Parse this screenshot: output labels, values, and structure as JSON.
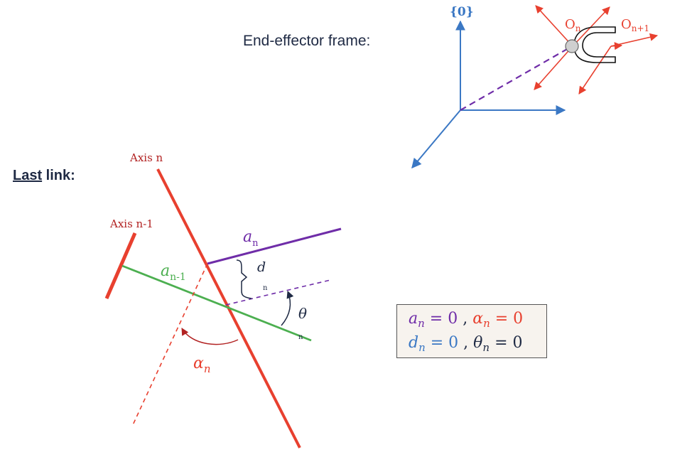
{
  "titles": {
    "end_effector": "End-effector frame:",
    "last_link_a": "Last",
    "last_link_b": " link:"
  },
  "frame0": {
    "label": "{0}"
  },
  "end_effector": {
    "on": "O",
    "on_sub": "n",
    "on1": "O",
    "on1_sub": "n+1"
  },
  "axes": {
    "axis_n": "Axis n",
    "axis_n1": "Axis n-1"
  },
  "symbols": {
    "a_n": "a",
    "a_n_sub": "n",
    "a_n1": "a",
    "a_n1_sub": "n-1",
    "d": "d",
    "d_sub": "n",
    "theta": "θ",
    "theta_sub": "n",
    "alpha_n": "α",
    "alpha_n_sub": "n"
  },
  "equations": {
    "line1": {
      "a_sym": "a",
      "a_sub": "n",
      "a_val": " = 0",
      "sep": " , ",
      "alpha_sym": "α",
      "alpha_sub": "n",
      "alpha_val": " = 0"
    },
    "line2": {
      "d_sym": "d",
      "d_sub": "n",
      "d_val": " = 0",
      "sep": " , ",
      "theta_sym": "θ",
      "theta_sub": "n",
      "theta_val": " = 0"
    }
  },
  "colors": {
    "blue": "#3b78c4",
    "red": "#e8402f",
    "purple": "#6f2da8",
    "green": "#4caf50",
    "navy": "#1f2a44",
    "dark_red": "#b22222"
  }
}
